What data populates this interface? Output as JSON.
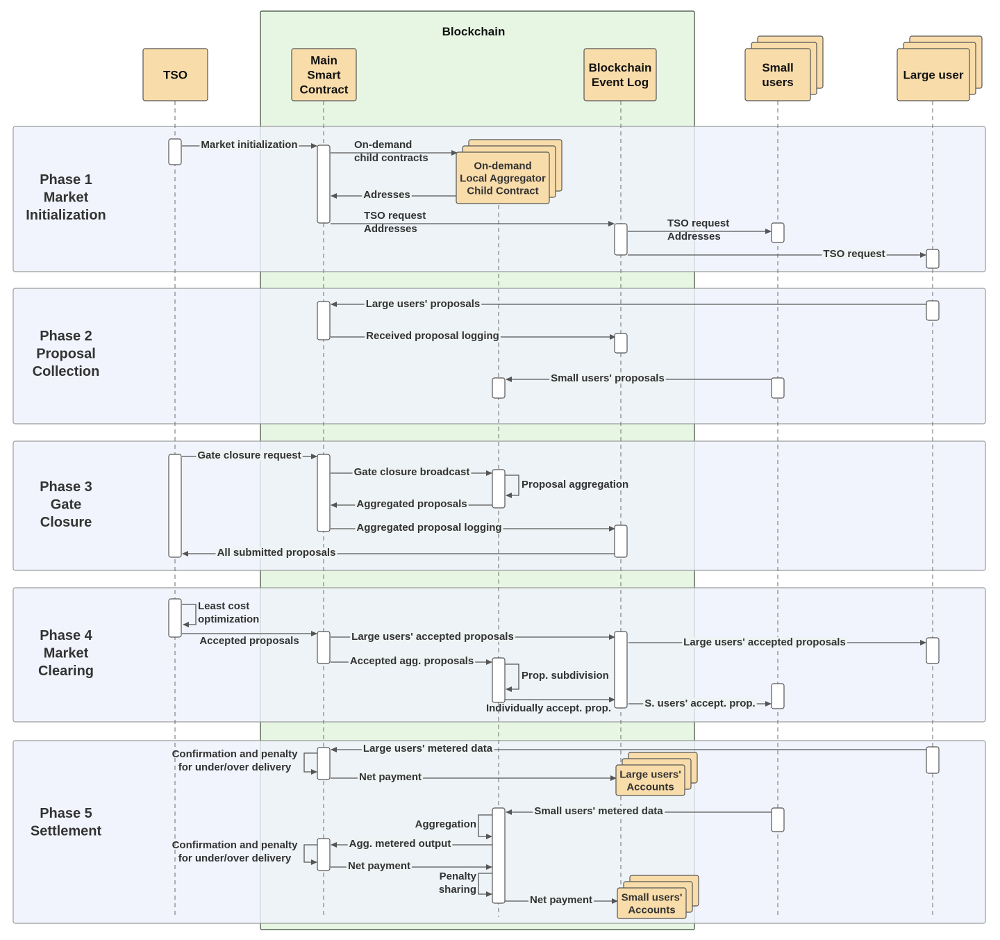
{
  "blockchain": {
    "title": "Blockchain"
  },
  "colors": {
    "blockchain_fill": "#e6f6e2",
    "phase_fill": "#eef2fb",
    "box_fill": "#f8dcaa",
    "box_stroke": "#555555",
    "line": "#555555"
  },
  "participants": {
    "tso": [
      "TSO"
    ],
    "main": [
      "Main",
      "Smart",
      "Contract"
    ],
    "eventlog": [
      "Blockchain",
      "Event Log"
    ],
    "small": [
      "Small",
      "users"
    ],
    "large": [
      "Large user"
    ]
  },
  "aggregator": [
    "On-demand",
    "Local Aggregator",
    "Child Contract"
  ],
  "accounts": {
    "large": [
      "Large users'",
      "Accounts"
    ],
    "small": [
      "Small users'",
      "Accounts"
    ]
  },
  "phases": [
    [
      "Phase 1",
      "Market",
      "Initialization"
    ],
    [
      "Phase 2",
      "Proposal",
      "Collection"
    ],
    [
      "Phase 3",
      "Gate",
      "Closure"
    ],
    [
      "Phase 4",
      "Market",
      "Clearing"
    ],
    [
      "Phase 5",
      "Settlement"
    ]
  ],
  "messages": {
    "market_init": "Market initialization",
    "child_contracts": [
      "On-demand",
      "child contracts"
    ],
    "adresses": "Adresses",
    "tso_request_addr_1": [
      "TSO request",
      "Addresses"
    ],
    "tso_request_addr_2": [
      "TSO request",
      "Addresses"
    ],
    "tso_request": "TSO request",
    "large_proposals": "Large users' proposals",
    "received_logging": "Received proposal logging",
    "small_proposals": "Small users' proposals",
    "gate_request": "Gate closure request",
    "gate_broadcast": "Gate closure broadcast",
    "proposal_aggregation": "Proposal aggregation",
    "aggregated_proposals": "Aggregated proposals",
    "aggregated_logging": "Aggregated proposal logging",
    "all_submitted": "All submitted proposals",
    "least_cost": [
      "Least cost",
      "optimization"
    ],
    "accepted_proposals": "Accepted proposals",
    "large_accepted_1": "Large users' accepted proposals",
    "large_accepted_2": "Large users' accepted proposals",
    "accepted_agg": "Accepted agg. proposals",
    "prop_subdivision": "Prop. subdivision",
    "individually_accepted": "Individually accept. prop.",
    "s_users_accepted": "S. users' accept. prop.",
    "large_metered": "Large users' metered data",
    "confirmation_1": [
      "Confirmation and penalty",
      "for under/over delivery"
    ],
    "net_payment_1": "Net payment",
    "small_metered": "Small users' metered data",
    "aggregation": "Aggregation",
    "agg_metered_output": "Agg. metered output",
    "confirmation_2": [
      "Confirmation and penalty",
      "for under/over delivery"
    ],
    "net_payment_2": "Net payment",
    "penalty_sharing": [
      "Penalty",
      "sharing"
    ],
    "net_payment_3": "Net payment"
  }
}
